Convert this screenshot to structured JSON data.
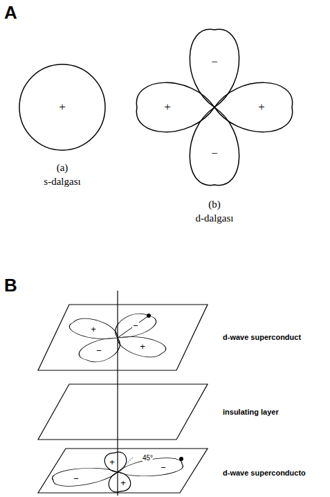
{
  "diagram": {
    "labels": [
      "A",
      "+",
      "(a)",
      "s-dalgası",
      "−",
      "+",
      "+",
      "−",
      "(b)",
      "d-dalgası",
      "B",
      "−",
      "+",
      "+",
      "−",
      "d-wave superconduct",
      "insulating layer",
      "+",
      "−",
      "45°",
      "−",
      "+",
      "d-wave superconducto"
    ]
  }
}
